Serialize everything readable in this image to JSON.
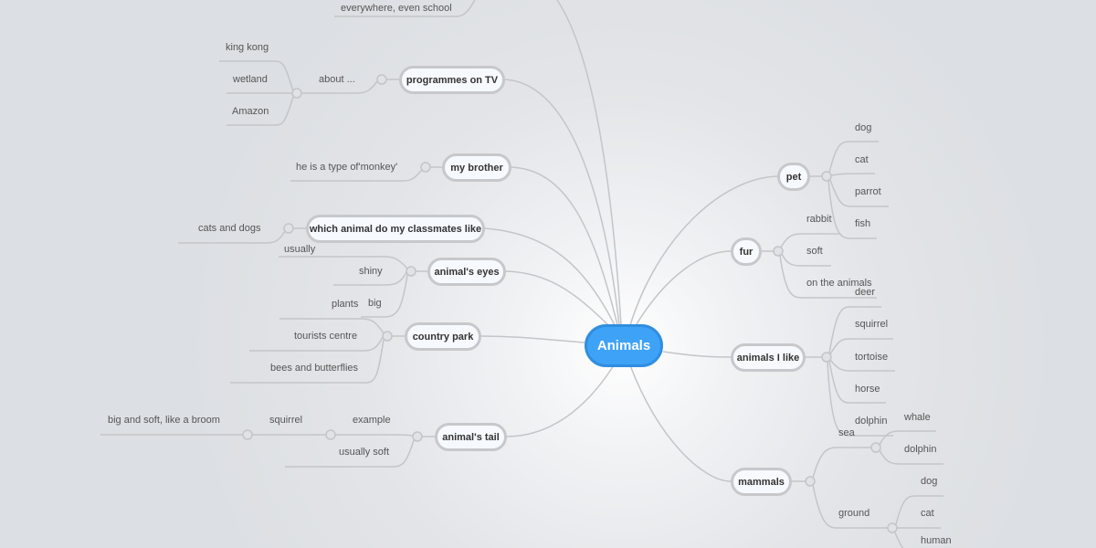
{
  "root": "Animals",
  "top_partial": "everywhere, even school",
  "left": {
    "programmes": {
      "label": "programmes on TV",
      "about": "about ...",
      "items": [
        "king kong",
        "wetland",
        "Amazon"
      ]
    },
    "brother": {
      "label": "my brother",
      "items": [
        "he is a type of'monkey'"
      ]
    },
    "classmates": {
      "label": "which animal do my classmates like",
      "items": [
        "cats and dogs"
      ]
    },
    "eyes": {
      "label": "animal's eyes",
      "items": [
        "usually",
        "shiny",
        "big"
      ]
    },
    "park": {
      "label": "country park",
      "items": [
        "plants",
        "tourists centre",
        "bees and butterflies"
      ]
    },
    "tail": {
      "label": "animal's tail",
      "example": "example",
      "squirrel": "squirrel",
      "broom": "big and soft, like a broom",
      "soft": "usually soft"
    }
  },
  "right": {
    "pet": {
      "label": "pet",
      "items": [
        "dog",
        "cat",
        "parrot",
        "fish"
      ]
    },
    "fur": {
      "label": "fur",
      "items": [
        "rabbit",
        "soft",
        "on the animals"
      ]
    },
    "like": {
      "label": "animals I like",
      "items": [
        "deer",
        "squirrel",
        "tortoise",
        "horse",
        "dolphin"
      ]
    },
    "mammals": {
      "label": "mammals",
      "sea": "sea",
      "sea_items": [
        "whale",
        "dolphin"
      ],
      "ground": "ground",
      "ground_items": [
        "dog",
        "cat",
        "human"
      ]
    }
  }
}
